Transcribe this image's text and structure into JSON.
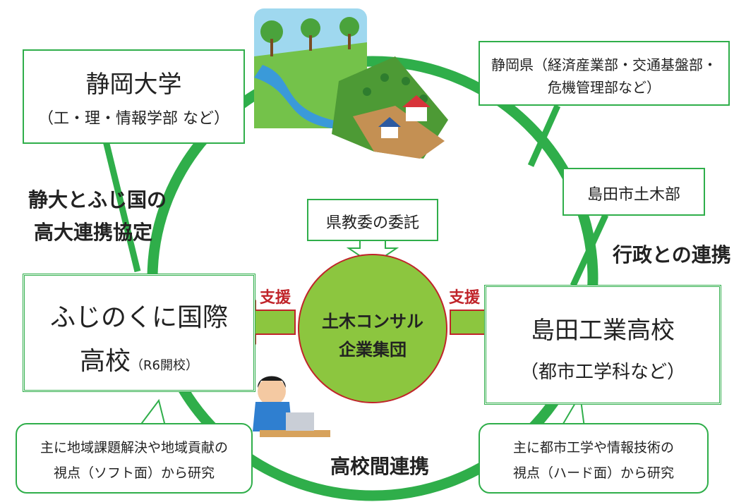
{
  "shizuoka_univ": {
    "name": "静岡大学",
    "faculties": "（工・理・情報学部 など）"
  },
  "prefecture": {
    "line1": "静岡県（経済産業部・交通基盤部・",
    "line2": "危機管理部など）"
  },
  "shimada_city": {
    "label": "島田市土木部"
  },
  "agreement": {
    "line1": "静大とふじ国の",
    "line2": "高大連携協定"
  },
  "admin_link": {
    "label": "行政との連携"
  },
  "commission": {
    "label": "県教委の委託"
  },
  "center": {
    "line1": "土木コンサル",
    "line2": "企業集団"
  },
  "support_left": "支援",
  "support_right": "支援",
  "fujinokuni": {
    "line1": "ふじのくに国際",
    "line2": "高校",
    "note": "（R6開校）"
  },
  "shimada_tech": {
    "name": "島田工業高校",
    "dept": "（都市工学科など）"
  },
  "left_note": {
    "line1": "主に地域課題解決や地域貢献の",
    "line2": "視点（ソフト面）から研究"
  },
  "right_note": {
    "line1": "主に都市工学や情報技術の",
    "line2": "視点（ハード面）から研究"
  },
  "inter_school": {
    "label": "高校間連携"
  },
  "colors": {
    "ring": "#2fae4a",
    "center_fill": "#8cc63f",
    "arrow_fill": "#8cc63f",
    "support_text": "#c0242a"
  }
}
